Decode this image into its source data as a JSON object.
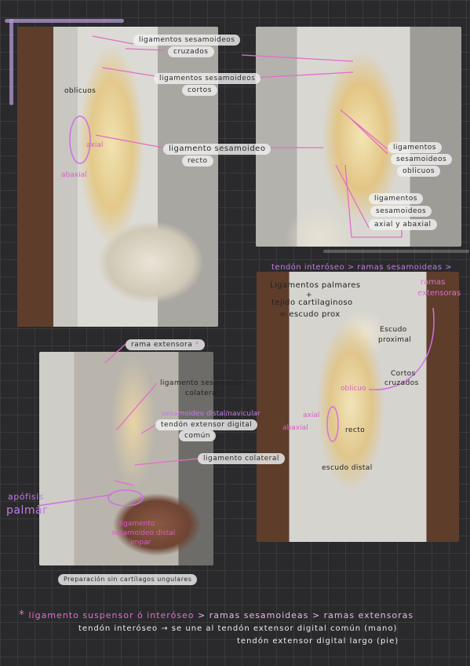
{
  "panel1": {
    "label_cruzados_1": "ligamentos sesamoideos",
    "label_cruzados_2": "cruzados",
    "label_cortos_1": "ligamentos sesamoideos",
    "label_cortos_2": "cortos",
    "label_recto_1": "ligamento sesamoideo",
    "label_recto_2": "recto",
    "label_oblicuos": "oblicuos",
    "label_axial": "axial",
    "label_abaxial": "abaxial"
  },
  "panel2": {
    "label_oblicuos_1": "ligamentos",
    "label_oblicuos_2": "sesamoideos",
    "label_oblicuos_3": "oblicuos",
    "label_axial_1": "ligamentos",
    "label_axial_2": "sesamoideos",
    "label_axial_3": "axial y abaxial"
  },
  "panel3": {
    "label_rama": "rama extensora",
    "label_rama_mark": "*",
    "label_colateral_1": "ligamento sesamoideo",
    "label_colateral_2": "colateral",
    "label_extensor_1": "tendón extensor digital",
    "label_extensor_2": "común",
    "label_navicular": "sesamoideo distal/navicular",
    "label_lig_colateral": "ligamento colateral",
    "label_apofisis_1": "apófisis",
    "label_apofisis_2": "palmar",
    "label_impar_1": "ligamento",
    "label_impar_2": "sesamoideo distal",
    "label_impar_3": "impar",
    "caption": "Preparación sin cartílagos ungulares"
  },
  "panel4": {
    "header": "tendón interóseo > ramas sesamoideas >",
    "ramas_1": "ramas",
    "ramas_2": "extensoras",
    "palmares_1": "Ligamentos palmares",
    "palmares_2": "+",
    "palmares_3": "tejido cartilaginoso",
    "palmares_4": "= escudo prox",
    "escudo_1": "Escudo",
    "escudo_2": "proximal",
    "cortos_1": "Cortos",
    "cortos_2": "cruzados",
    "oblicuo": "oblicuo",
    "abaxial": "abaxial",
    "axial": "axial",
    "recto": "recto",
    "escudo_distal": "escudo distal"
  },
  "footer": {
    "line1_mark": "*",
    "line1_a": "ligamento suspensor ó interóseo",
    "line1_b": "> ramas sesamoideas > ramas extensoras",
    "line2": "tendón interóseo → se une al tendón extensor digital común (mano)",
    "line3": "tendón extensor digital largo (pie)"
  }
}
